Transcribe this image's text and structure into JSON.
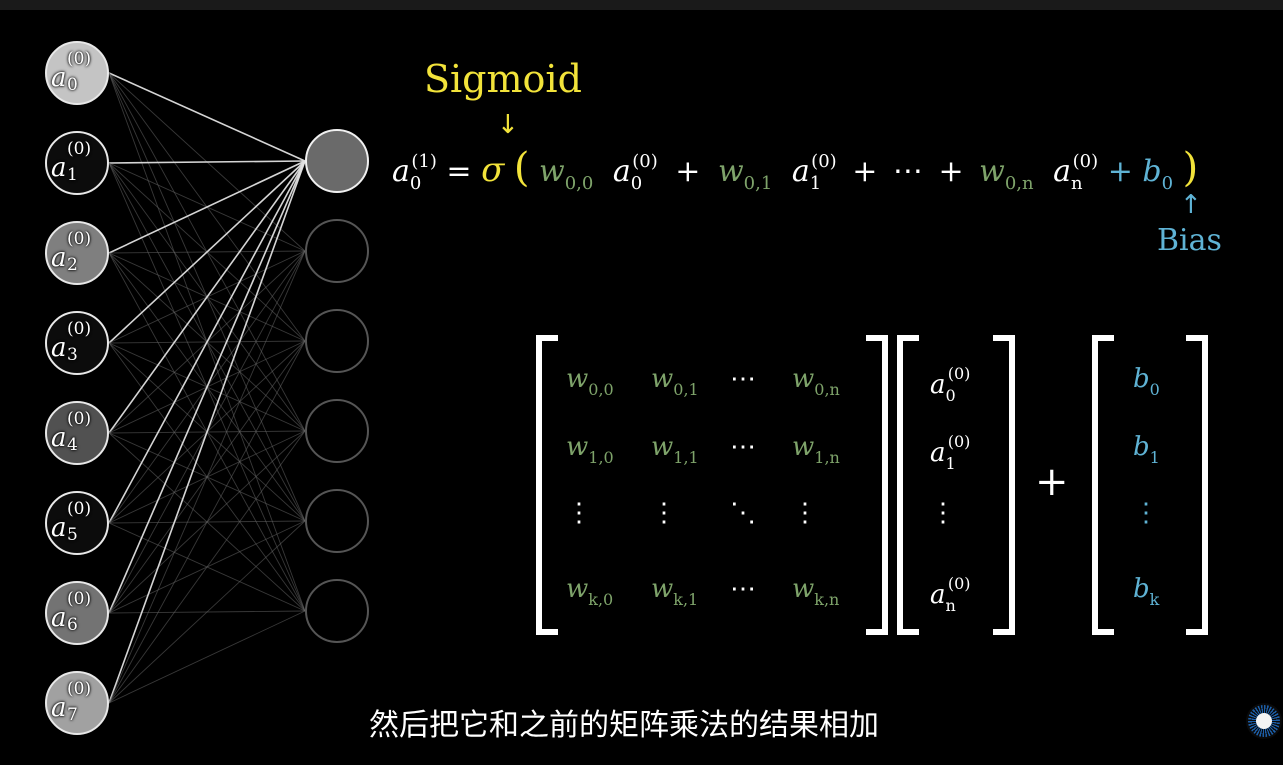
{
  "colors": {
    "weight": "#7ea36a",
    "bias": "#5fb3d5",
    "sigmoid": "#f2e33a",
    "neuron_fill_active": "#6a6a6a"
  },
  "network": {
    "inputs": [
      {
        "base": "a",
        "sub": "0",
        "sup": "(0)",
        "activation": 0.85
      },
      {
        "base": "a",
        "sub": "1",
        "sup": "(0)",
        "activation": 0.05
      },
      {
        "base": "a",
        "sub": "2",
        "sup": "(0)",
        "activation": 0.55
      },
      {
        "base": "a",
        "sub": "3",
        "sup": "(0)",
        "activation": 0.05
      },
      {
        "base": "a",
        "sub": "4",
        "sup": "(0)",
        "activation": 0.35
      },
      {
        "base": "a",
        "sub": "5",
        "sup": "(0)",
        "activation": 0.05
      },
      {
        "base": "a",
        "sub": "6",
        "sup": "(0)",
        "activation": 0.5
      },
      {
        "base": "a",
        "sub": "7",
        "sup": "(0)",
        "activation": 0.7
      }
    ],
    "hidden_count": 6,
    "highlighted_hidden": 0,
    "highlighted_activation": 0.35
  },
  "formula": {
    "sigmoid_label": "Sigmoid",
    "arrow_down": "↓",
    "lhs": "a",
    "lhs_sub": "0",
    "lhs_sup": "(1)",
    "equals": "=",
    "sigma": "σ",
    "open_paren": "(",
    "close_paren": ")",
    "terms": [
      {
        "w": "w",
        "w_sub": "0,0",
        "a": "a",
        "a_sub": "0",
        "a_sup": "(0)"
      },
      {
        "w": "w",
        "w_sub": "0,1",
        "a": "a",
        "a_sub": "1",
        "a_sup": "(0)"
      },
      {
        "w": "w",
        "w_sub": "0,n",
        "a": "a",
        "a_sub": "n",
        "a_sup": "(0)"
      }
    ],
    "plus": "+",
    "dots": "⋯",
    "bias": "b",
    "bias_sub": "0",
    "bias_arrow": "↑",
    "bias_label": "Bias"
  },
  "matrix": {
    "weights": [
      [
        "w_{0,0}",
        "w_{0,1}",
        "⋯",
        "w_{0,n}"
      ],
      [
        "w_{1,0}",
        "w_{1,1}",
        "⋯",
        "w_{1,n}"
      ],
      [
        "⋮",
        "⋮",
        "⋱",
        "⋮"
      ],
      [
        "w_{k,0}",
        "w_{k,1}",
        "⋯",
        "w_{k,n}"
      ]
    ],
    "activations": [
      "a_0^{(0)}",
      "a_1^{(0)}",
      "⋮",
      "a_n^{(0)}"
    ],
    "plus": "+",
    "biases": [
      "b_0",
      "b_1",
      "⋮",
      "b_k"
    ]
  },
  "subtitle": "然后把它和之前的矩阵乘法的结果相加"
}
